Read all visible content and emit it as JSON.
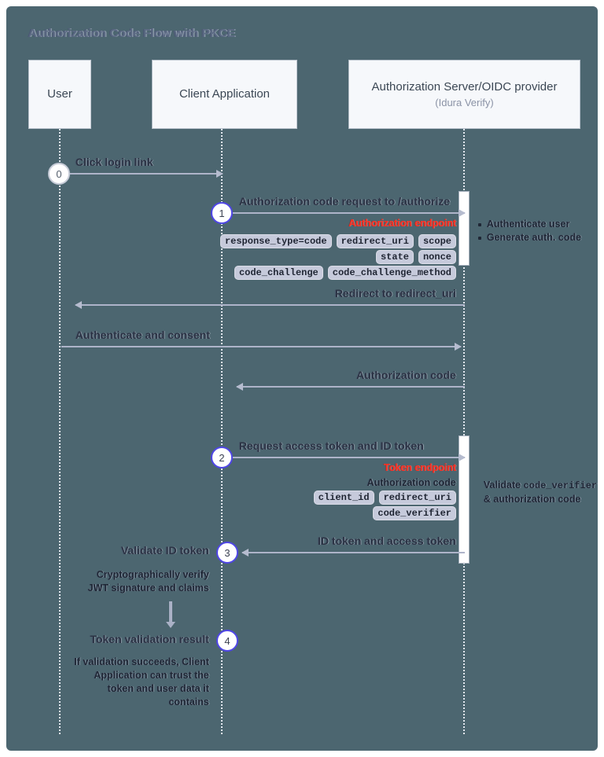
{
  "diagram": {
    "title": "Authorization Code Flow with PKCE",
    "background_color": "#4c6670",
    "accent_color": "#4f46e5",
    "endpoint_color": "#ff2d20",
    "chip_color": "#c6cadb"
  },
  "actors": [
    {
      "name": "User",
      "subtitle": ""
    },
    {
      "name": "Client Application",
      "subtitle": ""
    },
    {
      "name": "Authorization Server/OIDC provider",
      "subtitle": "(Idura Verify)"
    }
  ],
  "steps": [
    {
      "number": "0",
      "label": "Click login link"
    },
    {
      "number": "1",
      "label": "Authorization code request to /authorize"
    },
    {
      "number": "2",
      "label": "Request access token and ID token"
    },
    {
      "number": "3",
      "label": "Validate ID token"
    },
    {
      "number": "4",
      "label": "Token validation result"
    }
  ],
  "messages": [
    {
      "label": "Click login link",
      "direction": "right"
    },
    {
      "label": "Authorization code request to /authorize",
      "direction": "right"
    },
    {
      "label": "Redirect to redirect_uri",
      "direction": "left"
    },
    {
      "label": "Authenticate and consent",
      "direction": "right"
    },
    {
      "label": "Authorization code",
      "direction": "left"
    },
    {
      "label": "Request access token and ID token",
      "direction": "right"
    },
    {
      "label": "ID token and access token",
      "direction": "left"
    }
  ],
  "authorize_request": {
    "endpoint_label": "Authorization endpoint",
    "chip_rows": [
      [
        "response_type=code",
        "redirect_uri",
        "scope"
      ],
      [
        "state",
        "nonce"
      ],
      [
        "code_challenge",
        "code_challenge_method"
      ]
    ]
  },
  "token_request": {
    "endpoint_label": "Token endpoint",
    "plain_label": "Authorization code",
    "chip_rows": [
      [
        "client_id",
        "redirect_uri"
      ],
      [
        "code_verifier"
      ]
    ]
  },
  "server_notes": {
    "authorize": [
      "Authenticate user",
      "Generate auth. code"
    ],
    "token_line1_prefix": "Validate ",
    "token_line1_mono": "code_verifier",
    "token_line2": "& authorization code"
  },
  "client_notes": {
    "validate_caption": "Cryptographically verify\nJWT signature and claims",
    "result_caption": "If validation succeeds, Client\nApplication can trust the\ntoken and user data it\ncontains"
  }
}
